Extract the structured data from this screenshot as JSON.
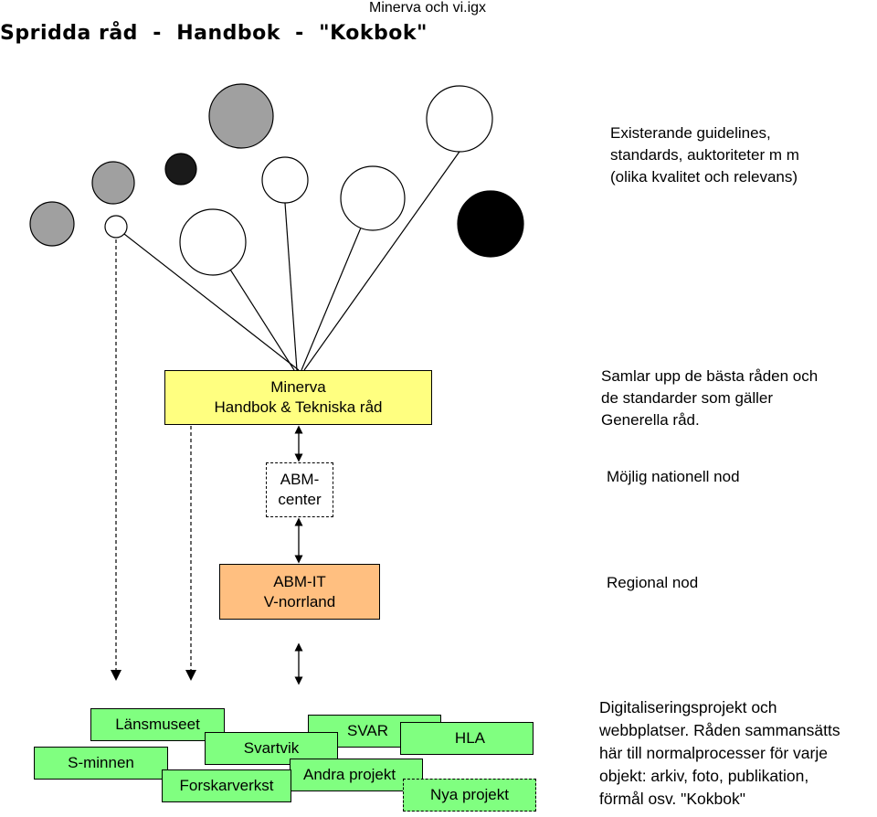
{
  "header": {
    "filename": "Minerva och vi.igx",
    "title": "Spridda råd  -  Handbok  -  \"Kokbok\""
  },
  "boxes": {
    "minerva": {
      "line1": "Minerva",
      "line2": "Handbok & Tekniska råd"
    },
    "abm_center": {
      "line1": "ABM-",
      "line2": "center"
    },
    "abm_it": {
      "line1": "ABM-IT",
      "line2": "V-norrland"
    }
  },
  "side_notes": {
    "existing": {
      "line1": "Existerande guidelines,",
      "line2": "standards, auktoriteter m m",
      "line3": "(olika kvalitet och relevans)"
    },
    "collects": {
      "line1": "Samlar upp de bästa råden och",
      "line2": "de standarder som gäller",
      "line3": "Generella råd."
    },
    "national": {
      "line1": "Möjlig nationell nod"
    },
    "regional": {
      "line1": "Regional nod"
    },
    "digital": {
      "line1": "Digitaliseringsprojekt och",
      "line2": "webbplatser. Råden sammansätts",
      "line3": "här till normalprocesser för varje",
      "line4": "objekt: arkiv, foto, publikation,",
      "line5": "förmål osv. \"Kokbok\""
    }
  },
  "projects": {
    "lansmuseet": "Länsmuseet",
    "svar": "SVAR",
    "hla": "HLA",
    "svartvik": "Svartvik",
    "s_minnen": "S-minnen",
    "andra": "Andra projekt",
    "forskarverkst": "Forskarverkst",
    "nya": "Nya projekt"
  },
  "colors": {
    "minerva_fill": "#ffff80",
    "abm_it_fill": "#ffbf80",
    "project_fill": "#80ff80",
    "circle_gray": "#a0a0a0",
    "circle_black": "#000000",
    "circle_white": "#ffffff"
  }
}
